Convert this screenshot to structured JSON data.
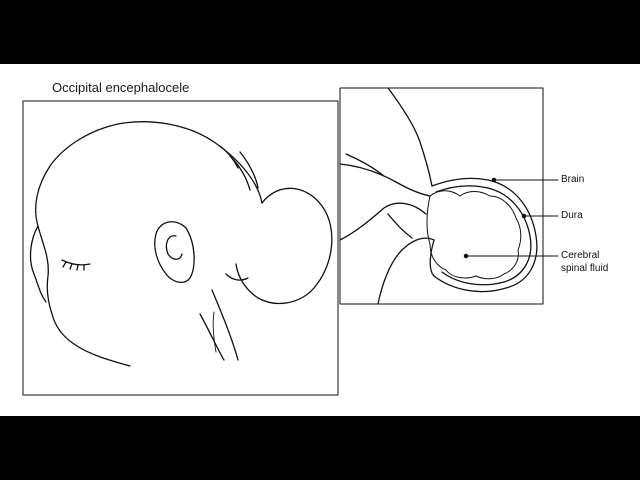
{
  "figure": {
    "title": "Occipital encephalocele",
    "labels": {
      "brain": "Brain",
      "dura": "Dura",
      "csf_line1": "Cerebral",
      "csf_line2": "spinal fluid"
    },
    "colors": {
      "background": "#ffffff",
      "letterbox": "#000000",
      "ink": "#111111"
    }
  }
}
